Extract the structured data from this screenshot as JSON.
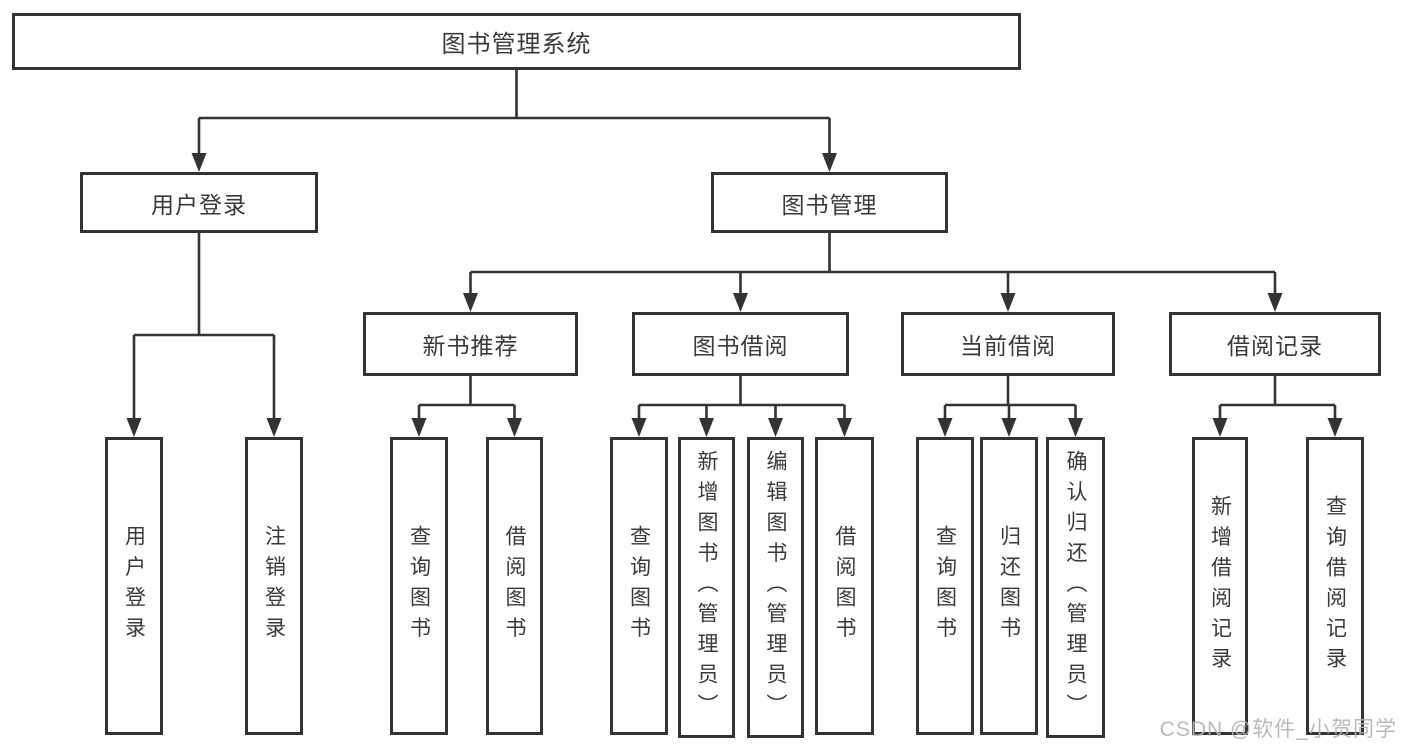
{
  "diagram": {
    "type": "hierarchy-tree",
    "colors": {
      "line": "#333333",
      "text": "#3a3a3a",
      "background": "#ffffff",
      "watermark": "#b5b5b5"
    },
    "root": {
      "label": "图书管理系统"
    },
    "level2": [
      {
        "label": "用户登录",
        "parent": "图书管理系统"
      },
      {
        "label": "图书管理",
        "parent": "图书管理系统"
      }
    ],
    "level3": [
      {
        "label": "新书推荐",
        "parent": "图书管理"
      },
      {
        "label": "图书借阅",
        "parent": "图书管理"
      },
      {
        "label": "当前借阅",
        "parent": "图书管理"
      },
      {
        "label": "借阅记录",
        "parent": "图书管理"
      }
    ],
    "leaves": [
      {
        "label": "用户登录",
        "parent": "用户登录"
      },
      {
        "label": "注销登录",
        "parent": "用户登录"
      },
      {
        "label": "查询图书",
        "parent": "新书推荐"
      },
      {
        "label": "借阅图书",
        "parent": "新书推荐"
      },
      {
        "label": "查询图书",
        "parent": "图书借阅"
      },
      {
        "label": "新增图书（管理员）",
        "parent": "图书借阅"
      },
      {
        "label": "编辑图书（管理员）",
        "parent": "图书借阅"
      },
      {
        "label": "借阅图书",
        "parent": "图书借阅"
      },
      {
        "label": "查询图书",
        "parent": "当前借阅"
      },
      {
        "label": "归还图书",
        "parent": "当前借阅"
      },
      {
        "label": "确认归还（管理员）",
        "parent": "当前借阅"
      },
      {
        "label": "新增借阅记录",
        "parent": "借阅记录"
      },
      {
        "label": "查询借阅记录",
        "parent": "借阅记录"
      }
    ]
  },
  "watermark": {
    "text": "CSDN @软件_小贺同学"
  }
}
